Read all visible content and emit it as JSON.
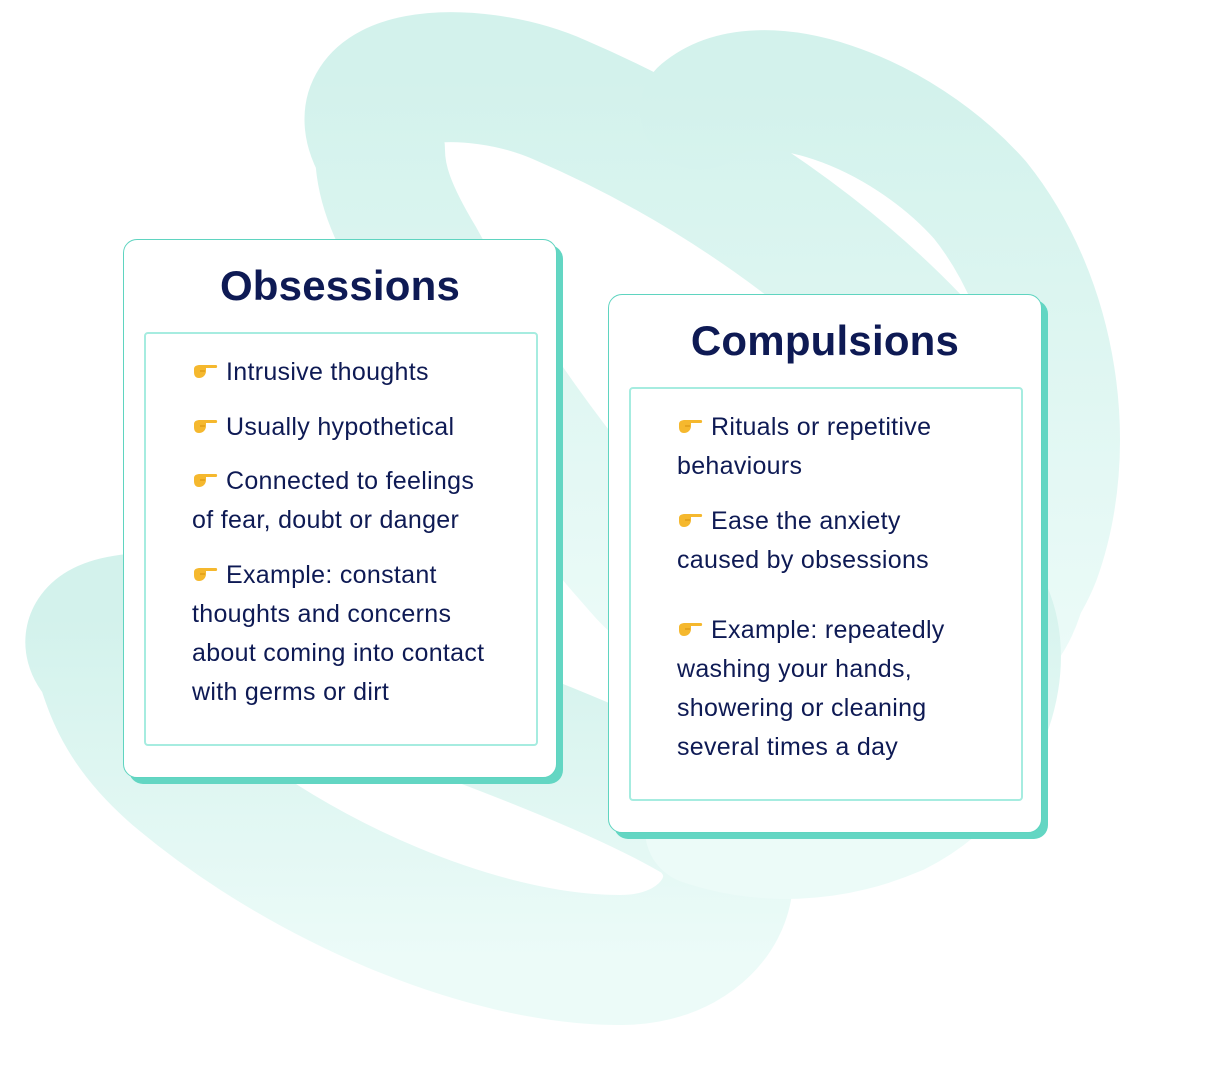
{
  "colors": {
    "title_text": "#0e1a54",
    "body_text": "#0e1a54",
    "card_border": "#5fd4c0",
    "card_shadow": "#63d6c3",
    "inner_border": "#a6ece0",
    "background_swirl": "#d7f4ef",
    "bullet_icon": "#f5b82e"
  },
  "bullet_icon": "backhand-index-pointing-right-icon",
  "obsessions": {
    "title": "Obsessions",
    "items": [
      {
        "lines": [
          "Intrusive thoughts"
        ]
      },
      {
        "lines": [
          "Usually hypothetical"
        ]
      },
      {
        "lines": [
          "Connected to feelings",
          "of fear, doubt or danger"
        ]
      },
      {
        "lines": [
          "Example: constant",
          "thoughts and concerns",
          "about coming into contact",
          "with germs or dirt"
        ]
      }
    ]
  },
  "compulsions": {
    "title": "Compulsions",
    "items": [
      {
        "lines": [
          "Rituals or repetitive",
          "behaviours"
        ]
      },
      {
        "lines": [
          "Ease the anxiety",
          "caused by obsessions"
        ]
      },
      {
        "lines": [
          "Example: repeatedly",
          "washing your hands,",
          "showering or cleaning",
          "several times a day"
        ]
      }
    ]
  }
}
